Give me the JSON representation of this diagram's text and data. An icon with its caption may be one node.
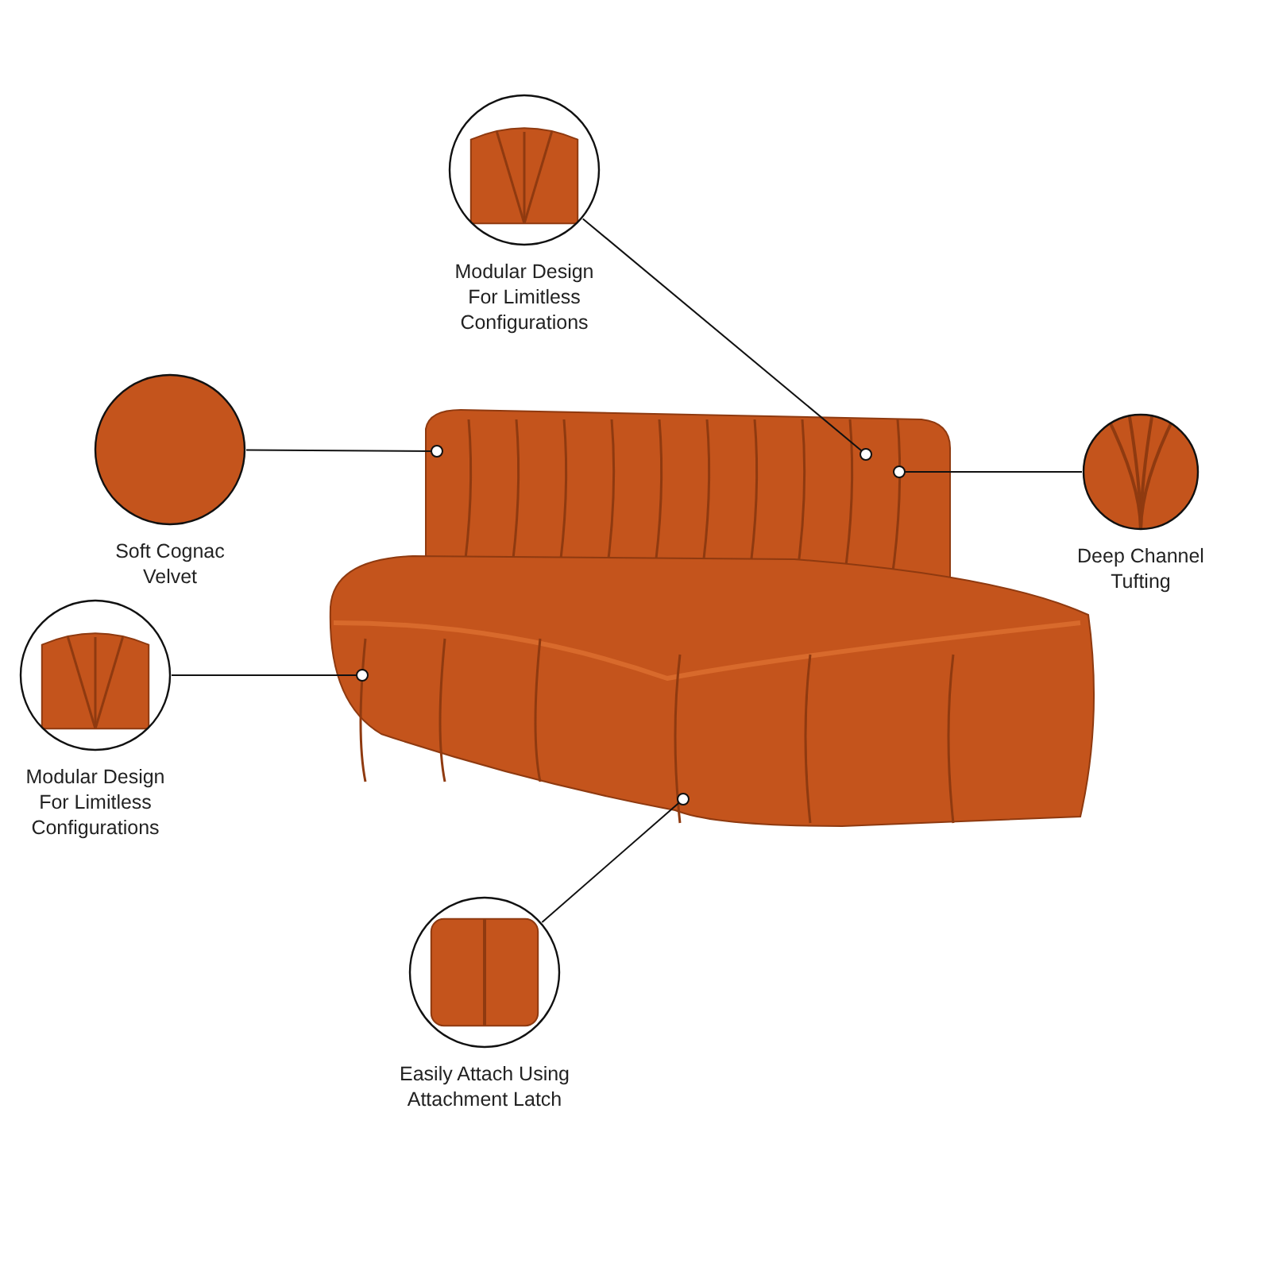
{
  "diagram": {
    "nodes": [
      {
        "text": [],
        "shape": "picture"
      },
      {
        "text": [
          "Modular Design For Limitless Configurations"
        ]
      },
      {
        "text": [
          "Soft Cognac Velvet"
        ]
      },
      {
        "text": [
          "Deep Channel Tufting"
        ]
      },
      {
        "text": [
          "Modular Design For Limitless Configurations"
        ]
      },
      {
        "text": [
          "Easily Attach Using Attachment Latch"
        ]
      }
    ],
    "edges": [
      {
        "from": 1,
        "to": 0,
        "arrow": "other"
      },
      {
        "from": 2,
        "to": 0,
        "arrow": "other"
      },
      {
        "from": 3,
        "to": 0,
        "arrow": "other"
      },
      {
        "from": 4,
        "to": 0,
        "arrow": "other"
      },
      {
        "from": 5,
        "to": 0,
        "arrow": "other"
      }
    ]
  }
}
